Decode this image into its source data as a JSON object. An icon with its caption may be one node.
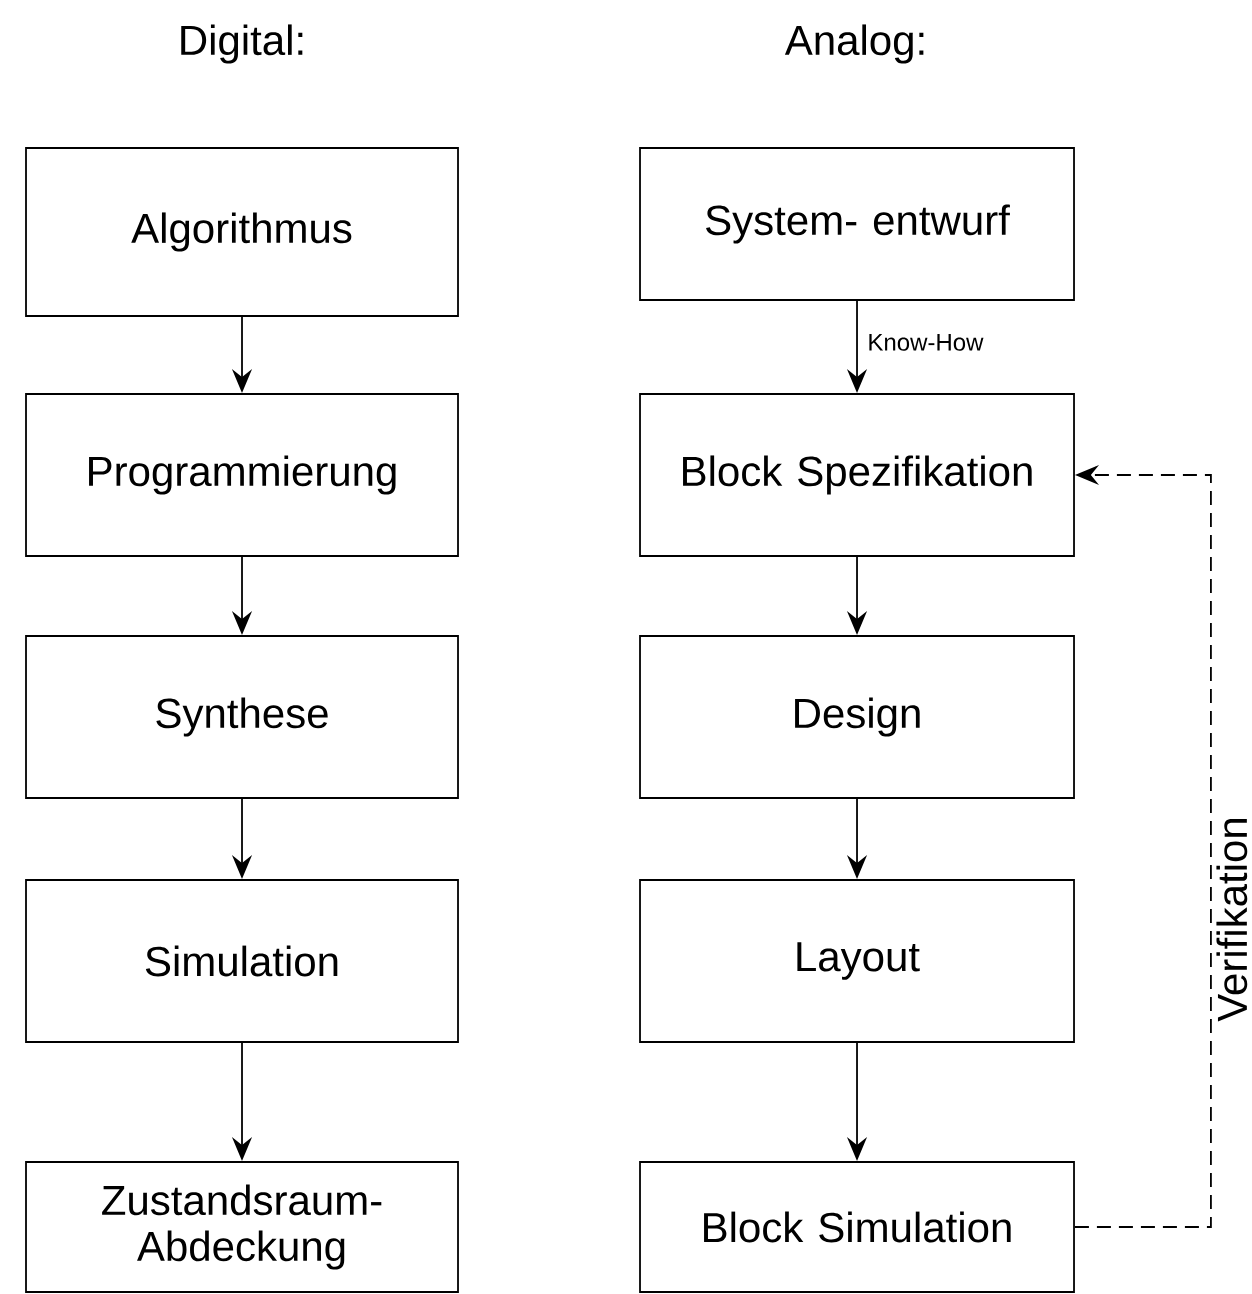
{
  "diagram": {
    "nodes": [
      {
        "text": [
          "Algorithmus"
        ]
      },
      {
        "text": [
          "Programmierung"
        ]
      },
      {
        "text": [
          "Synthese"
        ]
      },
      {
        "text": [
          "Simulation"
        ]
      },
      {
        "text": [
          "Zustandsraum- Abdeckung"
        ]
      },
      {
        "text": [
          "System- entwurf"
        ]
      },
      {
        "text": [
          "Block Spezifikation"
        ]
      },
      {
        "text": [
          "Design"
        ]
      },
      {
        "text": [
          "Layout"
        ]
      },
      {
        "text": [
          "Block Simulation"
        ]
      }
    ],
    "edges": [
      {
        "from": 0,
        "to": 1,
        "arrow": "to"
      },
      {
        "from": 1,
        "to": 2,
        "arrow": "to"
      },
      {
        "from": 2,
        "to": 3,
        "arrow": "to"
      },
      {
        "from": 3,
        "to": 4,
        "arrow": "to"
      },
      {
        "from": 5,
        "to": 6,
        "arrow": "to",
        "label": "Know-How"
      },
      {
        "from": 6,
        "to": 7,
        "arrow": "to"
      },
      {
        "from": 7,
        "to": 8,
        "arrow": "to"
      },
      {
        "from": 8,
        "to": 9,
        "arrow": "to"
      },
      {
        "from": 9,
        "to": 6,
        "arrow": "to",
        "label": "Verifikation",
        "style": "dashed"
      }
    ],
    "labels": [
      "Digital:",
      "Analog:"
    ]
  }
}
